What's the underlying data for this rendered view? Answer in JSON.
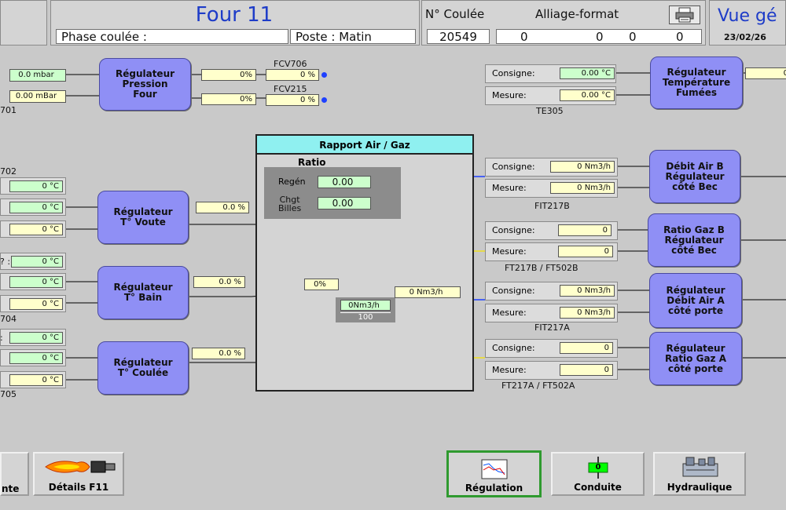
{
  "header": {
    "title": "Four 11",
    "phase_label": "Phase coulée :",
    "poste_label": "Poste : Matin",
    "coulee_label": "N° Coulée",
    "coulee_value": "20549",
    "alliage_label": "Alliage-format",
    "alliage_values": [
      "0",
      "0",
      "0",
      "0"
    ],
    "view_label": "Vue gé",
    "date": "23/02/26"
  },
  "pressure": {
    "input1": "0.0 mbar",
    "input2": "0.00 mBar",
    "tag_bottom": "701",
    "regulator": "Régulateur\nPression\nFour",
    "out1": "0%",
    "out2": "0%",
    "fcv1_label": "FCV706",
    "fcv1_value": "0 %",
    "fcv2_label": "FCV215",
    "fcv2_value": "0 %"
  },
  "fumes": {
    "consigne_label": "Consigne:",
    "consigne_value": "0.00 °C",
    "mesure_label": "Mesure:",
    "mesure_value": "0.00 °C",
    "tag": "TE305",
    "regulator": "Régulateur\nTempérature\nFumées",
    "out": "0"
  },
  "voute": {
    "tag_top": "702",
    "prefix": "\"",
    "v1": "0 °C",
    "v2": "0 °C",
    "v3": "0 °C",
    "regulator": "Régulateur\nT° Voute",
    "out": "0.0 %"
  },
  "bain": {
    "prefix": "? :",
    "v1": "0 °C",
    "v2": "0 °C",
    "v3": "0 °C",
    "tag_bottom": "704",
    "regulator": "Régulateur\nT° Bain",
    "out": "0.0 %"
  },
  "coulee": {
    "prefix": ":",
    "v1": "0 °C",
    "v2": "0 °C",
    "v3": "0 °C",
    "tag_bottom": "705",
    "regulator": "Régulateur\nT° Coulée",
    "out": "0.0 %"
  },
  "ratio_panel": {
    "title": "Rapport Air / Gaz",
    "ratio_label": "Ratio",
    "regen_label": "Regén",
    "regen_value": "0.00",
    "chgt_label": "Chgt\nBilles",
    "chgt_value": "0.00",
    "select_value": "0%",
    "flow_value": "0Nm3/h",
    "divisor": "100",
    "out_flow": "0 Nm3/h"
  },
  "air_b": {
    "consigne_label": "Consigne:",
    "consigne_value": "0 Nm3/h",
    "mesure_label": "Mesure:",
    "mesure_value": "0 Nm3/h",
    "tag": "FIT217B",
    "regulator": "Débit Air B\nRégulateur\ncôté Bec"
  },
  "gaz_b": {
    "consigne_label": "Consigne:",
    "consigne_value": "0",
    "mesure_label": "Mesure:",
    "mesure_value": "0",
    "tag": "FT217B / FT502B",
    "regulator": "Ratio Gaz B\nRégulateur\ncôté Bec"
  },
  "air_a": {
    "consigne_label": "Consigne:",
    "consigne_value": "0 Nm3/h",
    "mesure_label": "Mesure:",
    "mesure_value": "0 Nm3/h",
    "tag": "FIT217A",
    "regulator": "Régulateur\nDébit Air A\ncôté porte"
  },
  "gaz_a": {
    "consigne_label": "Consigne:",
    "consigne_value": "0",
    "mesure_label": "Mesure:",
    "mesure_value": "0",
    "tag": "FT217A / FT502A",
    "regulator": "Régulateur\nRatio Gaz A\ncôté porte"
  },
  "buttons": {
    "left_partial": "nte",
    "details": "Détails F11",
    "regulation": "Régulation",
    "conduite": "Conduite",
    "conduite_value": "0",
    "hydraulique": "Hydraulique"
  },
  "icons": {
    "printer": "printer-icon",
    "burner": "burner-flame-icon",
    "trend": "trend-chart-icon",
    "pipe": "pipe-counter-icon",
    "hydraulic": "hydraulic-unit-icon"
  },
  "colors": {
    "background": "#c9c9c9",
    "regulator": "#8f8ff5",
    "title": "#1e3cc8",
    "panel_header": "#8ff0f0",
    "value_yellow": "#ffffcc",
    "value_green": "#ccffcc",
    "line_blue": "#1e40ff",
    "line_yellow": "#f0e020",
    "selected_button": "#2f9a2f"
  }
}
